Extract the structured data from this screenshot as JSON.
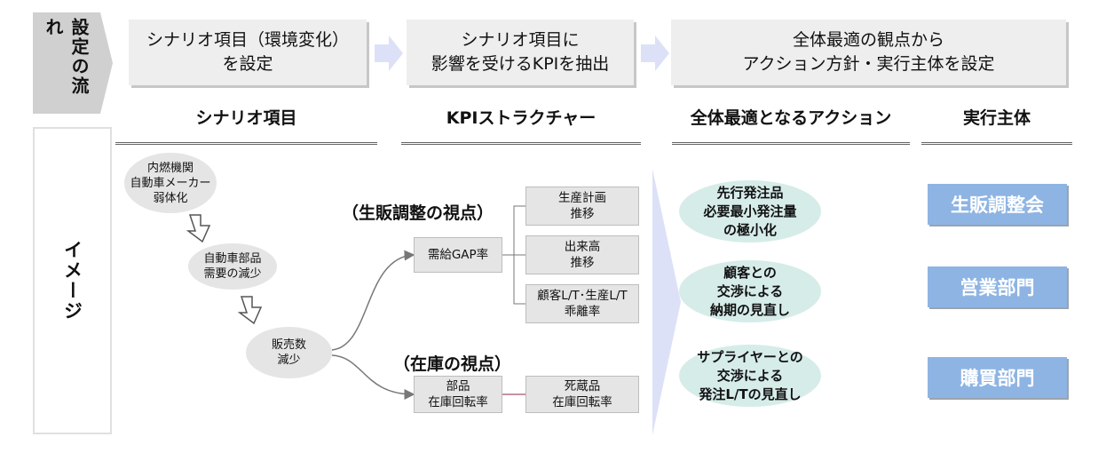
{
  "flow": {
    "label": "設定の流れ",
    "steps": [
      "シナリオ項目（環境変化）\nを設定",
      "シナリオ項目に\n影響を受けるKPIを抽出",
      "全体最適の観点から\nアクション方針・実行主体を設定"
    ]
  },
  "image_label": "イメージ",
  "columns": {
    "scenario": "シナリオ項目",
    "kpi": "KPIストラクチャー",
    "action": "全体最適となるアクション",
    "actor": "実行主体"
  },
  "scenario_items": [
    "内燃機関\n自動車メーカー\n弱体化",
    "自動車部品\n需要の減少",
    "販売数\n減少"
  ],
  "views": {
    "production": "（生販調整の視点）",
    "inventory": "（在庫の視点）"
  },
  "kpi": {
    "gap": "需給GAP率",
    "plan": "生産計画\n推移",
    "output": "出来高\n推移",
    "lt": "顧客L/T･生産L/T\n乖離率",
    "turnover": "部品\n在庫回転率",
    "dead": "死蔵品\n在庫回転率"
  },
  "actions": [
    "先行発注品\n必要最小発注量\nの極小化",
    "顧客との\n交渉による\n納期の見直し",
    "サプライヤーとの\n交渉による\n発注L/Tの見直し"
  ],
  "actors": [
    "生販調整会",
    "営業部門",
    "購買部門"
  ],
  "colors": {
    "actor_fill": "#8eb4e3",
    "action_fill": "#d6ece8",
    "arrow_fill": "#dde1f7",
    "box_fill": "#eeeeee"
  }
}
